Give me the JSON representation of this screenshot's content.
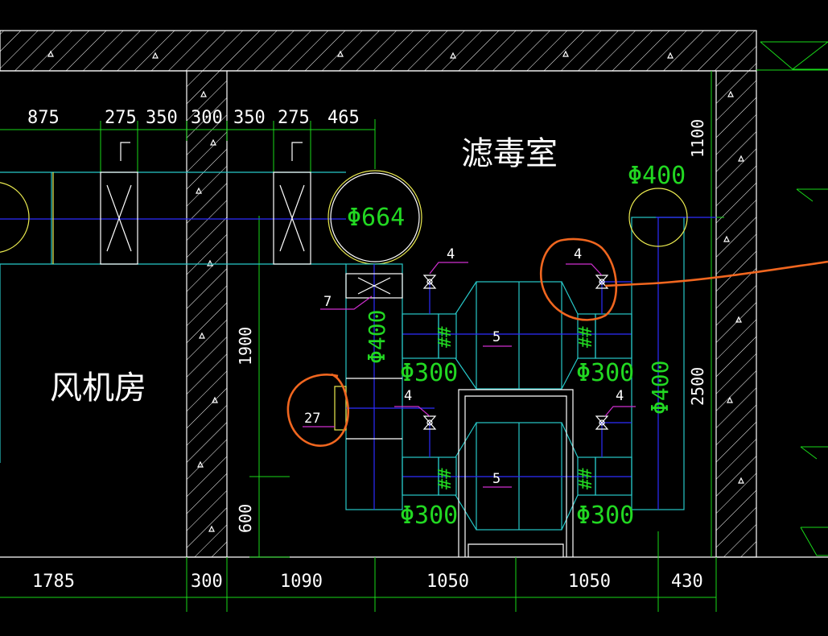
{
  "drawing": {
    "rooms": {
      "fan_room": "风机房",
      "filter_room": "滤毒室"
    },
    "top_dimensions": [
      "875",
      "275",
      "350",
      "300",
      "350",
      "275",
      "465"
    ],
    "bottom_dimensions": [
      "1785",
      "300",
      "1090",
      "1050",
      "1050",
      "430"
    ],
    "vertical_dimensions": [
      "1100",
      "1900",
      "600",
      "2500"
    ],
    "duct_labels": [
      "Φ664",
      "Φ400",
      "Φ400",
      "Φ400",
      "Φ300",
      "Φ300",
      "Φ300",
      "Φ300"
    ],
    "equipment_tags": [
      "7",
      "4",
      "4",
      "4",
      "4",
      "5",
      "5",
      "27"
    ],
    "colors": {
      "background": "#000000",
      "walls": "#ffffff",
      "dimension_lines": "#19d819",
      "duct_outline": "#27c9c9",
      "centerline": "#2c2cff",
      "leader": "#d02fd0",
      "pipe_circle": "#ecec50",
      "markup": "#f0661f"
    }
  }
}
